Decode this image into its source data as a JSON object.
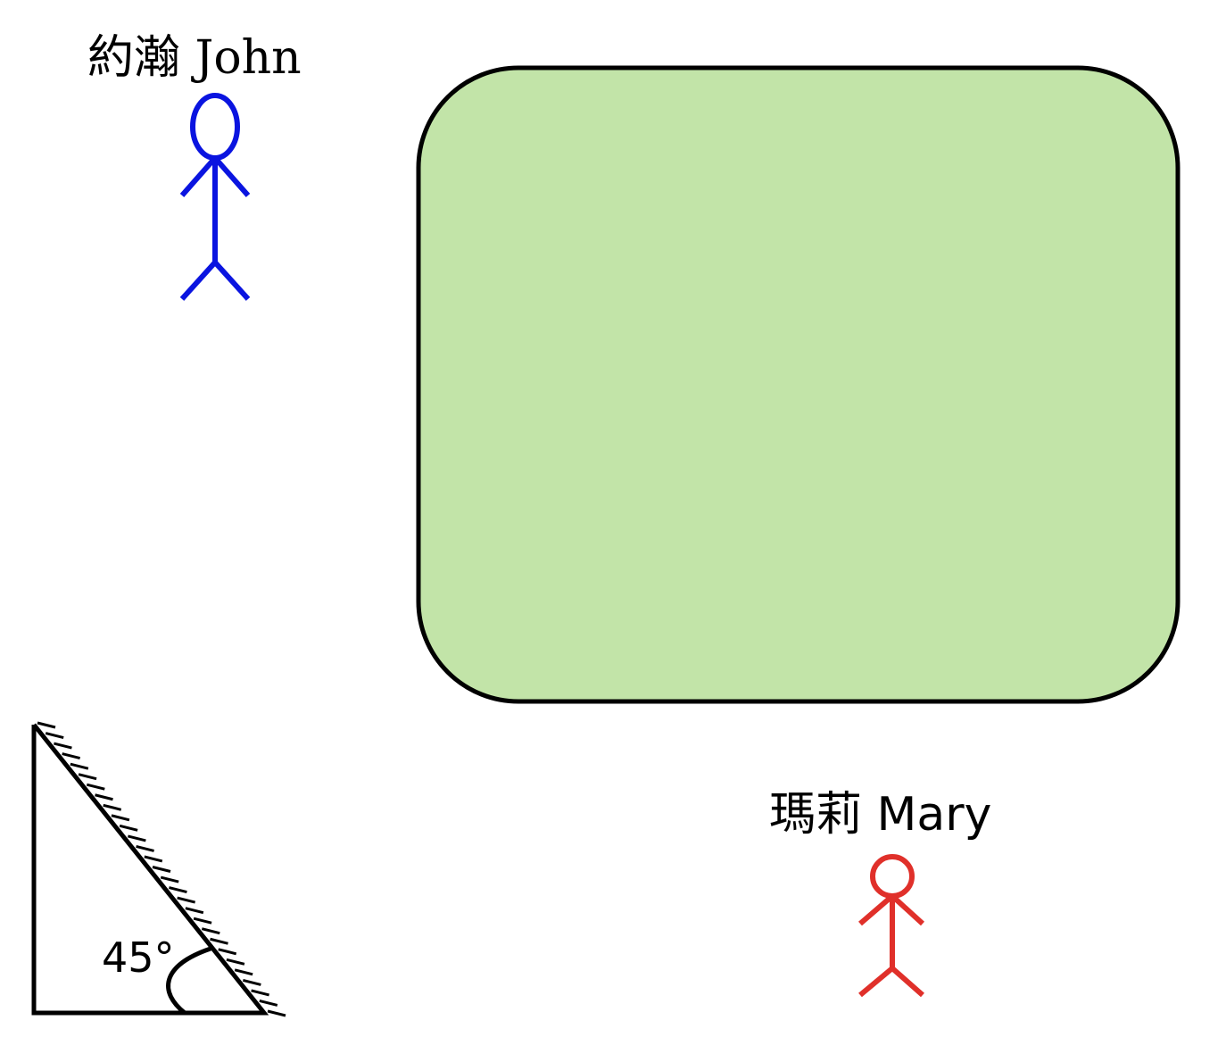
{
  "figures": {
    "john": {
      "label": "約瀚 John",
      "color": "#0a14e0",
      "icon": "stick-figure-icon"
    },
    "mary": {
      "label": "瑪莉 Mary",
      "color": "#e0302a",
      "icon": "stick-figure-icon"
    }
  },
  "area": {
    "fill": "#c2e4a8",
    "stroke": "#000000",
    "shape": "rounded-rectangle"
  },
  "mirror": {
    "angle_label": "45°",
    "icon": "inclined-mirror-icon"
  }
}
